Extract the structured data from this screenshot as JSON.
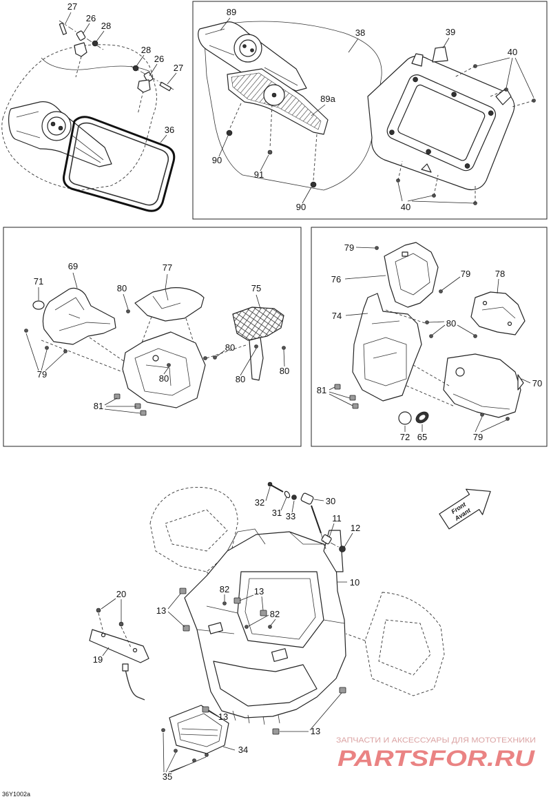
{
  "diagram": {
    "figure_code": "36Y1002a",
    "direction_arrow": {
      "line1": "Front",
      "line2": "Avant"
    },
    "watermark": {
      "tagline": "ЗАПЧАСТИ И АКСЕССУАРЫ ДЛЯ МОТОТЕХНИКИ",
      "logo": "PARTSFOR.RU"
    }
  },
  "panels": {
    "windshield": {
      "callouts": [
        "27",
        "26",
        "28",
        "28",
        "26",
        "27",
        "36"
      ]
    },
    "instrument_cluster": {
      "callouts": [
        "89",
        "38",
        "39",
        "40",
        "89a",
        "90",
        "91",
        "90",
        "40"
      ]
    },
    "left_side_panels": {
      "callouts": [
        "69",
        "77",
        "71",
        "80",
        "75",
        "80",
        "79",
        "80",
        "80",
        "80",
        "81"
      ]
    },
    "right_side_panels": {
      "callouts": [
        "79",
        "76",
        "79",
        "78",
        "74",
        "80",
        "70",
        "81",
        "72",
        "65",
        "79"
      ]
    },
    "front_frame": {
      "callouts": [
        "32",
        "30",
        "31",
        "33",
        "11",
        "12",
        "10",
        "20",
        "82",
        "13",
        "13",
        "82",
        "19",
        "13",
        "13",
        "34",
        "35"
      ]
    }
  },
  "colors": {
    "line": "#222222",
    "watermark_logo": "#e35a5a",
    "watermark_tagline": "#dba3a3"
  }
}
